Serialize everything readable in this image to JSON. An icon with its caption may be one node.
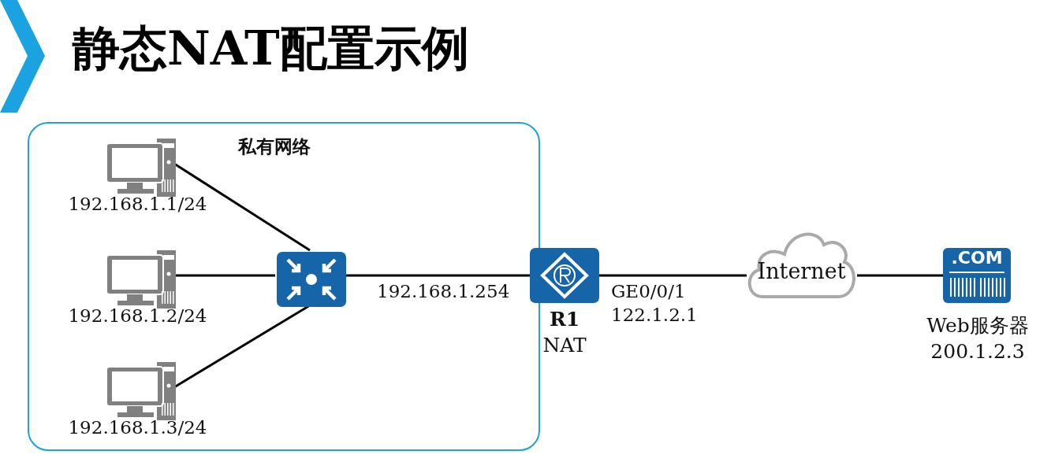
{
  "diagram": {
    "title": "静态NAT配置示例",
    "nodes": [
      {
        "text": [
          "私有网络"
        ]
      },
      {
        "text": [
          "192.168.1.1/24"
        ],
        "in": 0
      },
      {
        "text": [
          "192.168.1.2/24"
        ],
        "in": 0
      },
      {
        "text": [
          "192.168.1.3/24"
        ],
        "in": 0
      },
      {
        "text": [],
        "shape": "box",
        "in": 0
      },
      {
        "text": [
          "R1",
          "NAT"
        ]
      },
      {
        "text": [
          "Internet"
        ]
      },
      {
        "text": [
          ".COM",
          "Web服务器 200.1.2.3"
        ]
      }
    ],
    "edges": [
      {
        "from": 1,
        "to": 4,
        "arrow": "none"
      },
      {
        "from": 2,
        "to": 4,
        "arrow": "none"
      },
      {
        "from": 3,
        "to": 4,
        "arrow": "none"
      },
      {
        "from": 4,
        "to": 5,
        "arrow": "none",
        "label": "192.168.1.254"
      },
      {
        "from": 5,
        "to": 6,
        "arrow": "none",
        "label": "GE0/0/1 122.1.2.1"
      },
      {
        "from": 6,
        "to": 7,
        "arrow": "none"
      }
    ]
  }
}
